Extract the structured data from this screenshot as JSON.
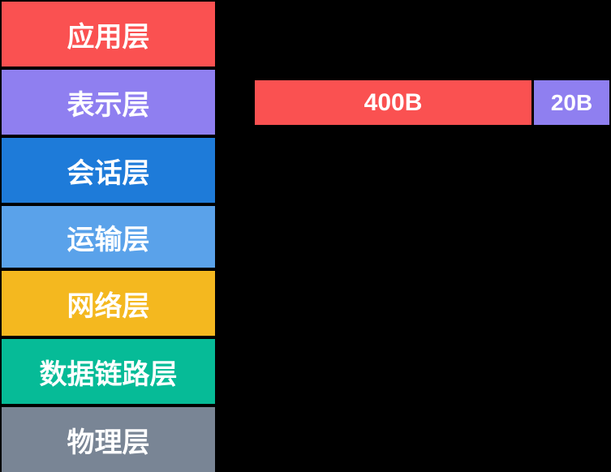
{
  "layers": [
    {
      "label": "应用层",
      "color": "#fa5151"
    },
    {
      "label": "表示层",
      "color": "#8f7ff0"
    },
    {
      "label": "会话层",
      "color": "#1e7bd9"
    },
    {
      "label": "运输层",
      "color": "#5aa2ea"
    },
    {
      "label": "网络层",
      "color": "#f4b81f"
    },
    {
      "label": "数据链路层",
      "color": "#06bb97"
    },
    {
      "label": "物理层",
      "color": "#798595"
    }
  ],
  "packet": {
    "segments": [
      {
        "label": "400B",
        "color": "#fa5151"
      },
      {
        "label": "20B",
        "color": "#8f7ff0"
      }
    ]
  }
}
